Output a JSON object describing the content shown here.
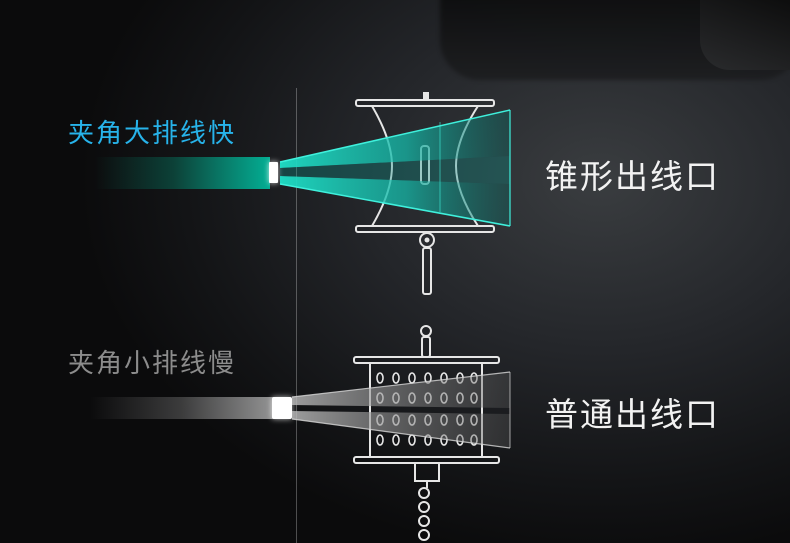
{
  "labels": {
    "wide_angle": "夹角大排线快",
    "narrow_angle": "夹角小排线慢"
  },
  "titles": {
    "cone_outlet": "锥形出线口",
    "normal_outlet": "普通出线口"
  },
  "colors": {
    "wide_label": "#27b3ea",
    "narrow_label": "#8c8c8c",
    "cyan_beam": "#1fd0c0",
    "title_text": "#f2f2f2"
  },
  "icons": {
    "top_spool": "cone-spool-icon",
    "bottom_spool": "perforated-spool-icon"
  }
}
